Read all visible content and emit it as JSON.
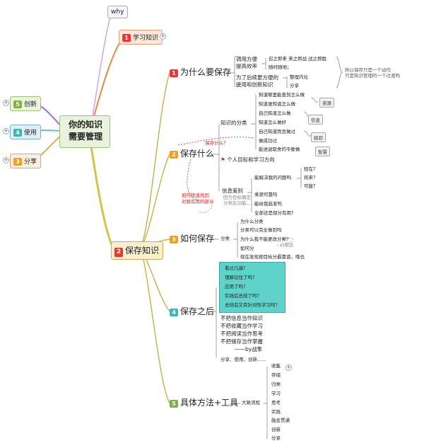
{
  "root": {
    "line1": "你的知识",
    "line2": "需要管理"
  },
  "top": {
    "why": "why"
  },
  "left": [
    {
      "num": "5",
      "label": "创新"
    },
    {
      "num": "4",
      "label": "使用"
    },
    {
      "num": "3",
      "label": "分享"
    }
  ],
  "branch1": {
    "num": "1",
    "label": "学习知识"
  },
  "branch2": {
    "num": "2",
    "label": "保存知识"
  },
  "sub1": {
    "num": "1",
    "label": "为什么要保存",
    "a1": "调用方便",
    "a2": "提高效率",
    "a1c1": "召之即来 来之即战 战之即胜",
    "a1c2": "随时随地；",
    "b1": "为了后续更方便的",
    "b2": "使用和创新知识",
    "b_c1": "整理内化",
    "b_c2": "分享",
    "note1": "所以保存只是一个动作",
    "note2": "只是知识管理的一个过渡吗"
  },
  "sub2": {
    "num": "2",
    "label": "保存什么",
    "cls": "知识的分类",
    "cls_items": [
      "知道哪里能查到怎么做",
      "知道谁知道怎么做",
      "自己知道怎么做",
      "知道怎么做好",
      "自己知道而且做过",
      "做成功过",
      "能进退取舍的平衡做"
    ],
    "tags": [
      "资源",
      "信息",
      "经验",
      "智慧"
    ],
    "flag": "个人目标和学习方向",
    "filter1": "信息鉴别",
    "filter_q": [
      "能解决我的问题吗",
      "来源可靠吗",
      "能给我启发吗",
      "全部还是部分有用？"
    ],
    "filter_sub": [
      "程在？",
      "将来？",
      "可能？"
    ],
    "red1": "保存什么？",
    "red2": "如何快速找到",
    "red3": "对我有用的部分",
    "gray1": "因为目标确定",
    "gray2": "分类后功能……"
  },
  "sub3": {
    "num": "3",
    "label": "如何保存",
    "kw": "分类",
    "items": [
      "为什么分类",
      "分类可以完全做到吗",
      "为什么我不能更改分类？",
      "如何分",
      "现在发现按目标分最靠谱，哦也"
    ],
    "ann": "以组合"
  },
  "sub4": {
    "num": "4",
    "label": "保存之后",
    "teal": [
      "看过几遍？",
      "理解记住了吗？",
      "应用了吗？",
      "实践后总结了吗？",
      "总结后又有针对性学习吗？"
    ],
    "poem": [
      "不把信息当作知识",
      "不把收藏当作学习",
      "不把阅读当作思考",
      "不把储存当作掌握",
      "——by战隼"
    ],
    "tail": "分享、使用、创新……"
  },
  "sub5": {
    "num": "5",
    "label": "具体方法+工具",
    "kw": "大致流程",
    "steps": [
      "收集",
      "存储",
      "归类",
      "学习",
      "思考",
      "实践",
      "融会贯通",
      "创新",
      "分享"
    ]
  },
  "colors": {
    "red": "#e53935",
    "orange": "#f4a118",
    "purple": "#8e7cc3",
    "teal": "#3bb9b1",
    "green": "#7cb342",
    "olive": "#a9a62a"
  }
}
